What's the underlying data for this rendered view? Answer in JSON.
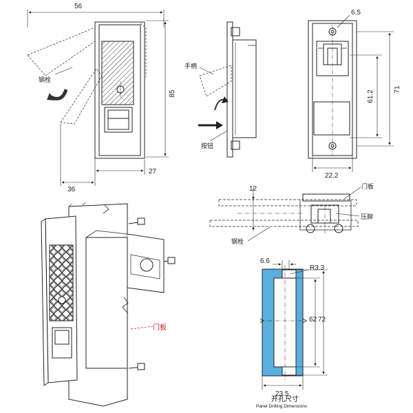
{
  "dimensions": {
    "top_width": "56",
    "height_85": "85",
    "bottom_27": "27",
    "bottom_36": "36",
    "hole_6_5": "6.5",
    "dim_61_2": "61.2",
    "dim_71": "71",
    "width_22_2": "22.2",
    "thickness_12": "12",
    "cut_6_6": "6.6",
    "radius_r3_3": "R3.3",
    "cut_62": "62",
    "cut_72": "72",
    "cut_23_5": "23.5"
  },
  "labels": {
    "steel_bolt": "钢栓",
    "handle": "手柄",
    "button": "按钮",
    "door_panel": "门板",
    "clamp_foot": "压脚",
    "steel_bolt_2": "钢栓",
    "door_panel_red": "门板"
  },
  "caption": {
    "cn": "开孔尺寸",
    "en": "Panel Drilling Dimensions"
  },
  "colors": {
    "cutout_fill": "#5aaee0",
    "annotation_red": "#d21a1a",
    "line": "#222222"
  }
}
